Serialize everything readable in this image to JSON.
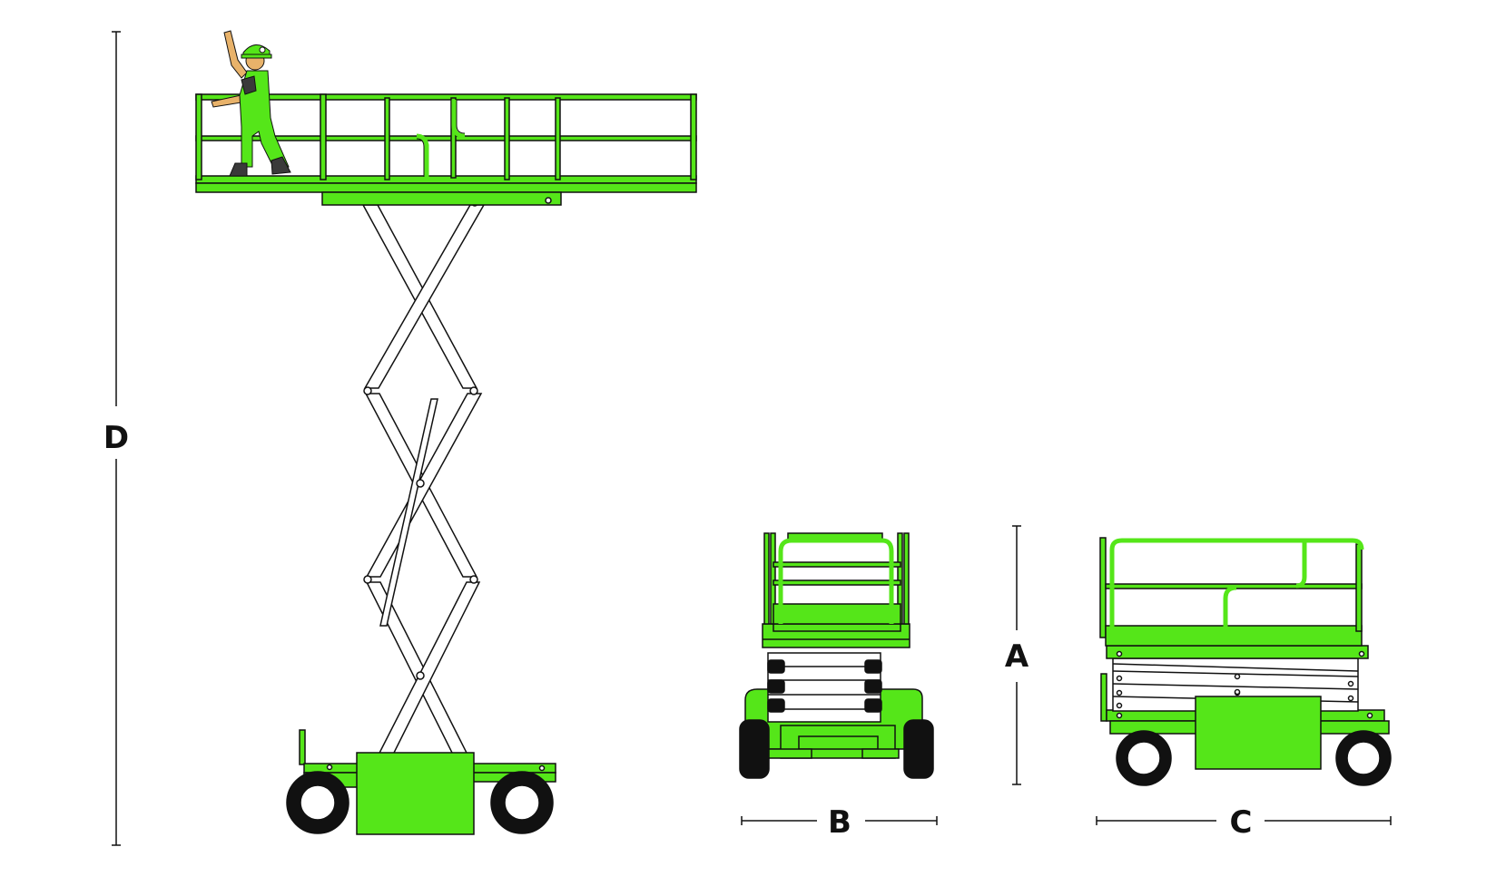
{
  "colors": {
    "green": "#55e619",
    "outline": "#111111",
    "skin": "#e8b26a",
    "boot": "#3a3a3a",
    "background": "#ffffff"
  },
  "dimension_labels": {
    "a": "A",
    "b": "B",
    "c": "C",
    "d": "D"
  },
  "icons": {
    "worker": "worker-with-hard-hat-icon",
    "wheel": "wheel-icon"
  }
}
